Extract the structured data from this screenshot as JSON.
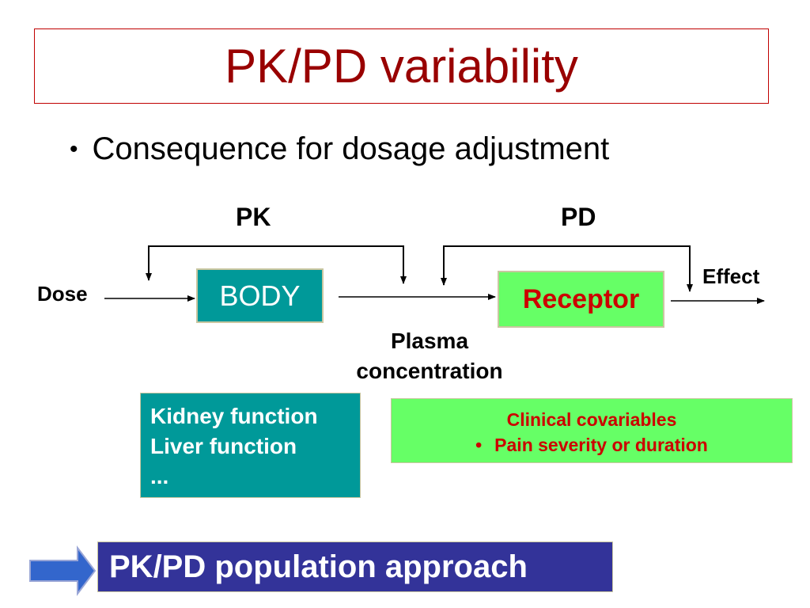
{
  "title": "PK/PD variability",
  "bullet": {
    "marker": "•",
    "text": "Consequence for dosage adjustment"
  },
  "diagram": {
    "pk_label": "PK",
    "pd_label": "PD",
    "dose_label": "Dose",
    "effect_label": "Effect",
    "body_box": "BODY",
    "receptor_box": "Receptor",
    "plasma_label": [
      "Plasma",
      "concentration"
    ]
  },
  "pk_factors": [
    "Kidney function",
    "Liver function",
    "..."
  ],
  "pd_factors": {
    "heading": "Clinical covariables",
    "bullet_marker": "•",
    "items": [
      "Pain severity or duration"
    ]
  },
  "conclusion": "PK/PD population approach",
  "colors": {
    "title": "#990000",
    "title_border": "#c00000",
    "body_box": "#009999",
    "receptor_box": "#66ff66",
    "receptor_text": "#cc0000",
    "conclusion_box": "#333399",
    "conclusion_arrow": "#3366cc"
  }
}
